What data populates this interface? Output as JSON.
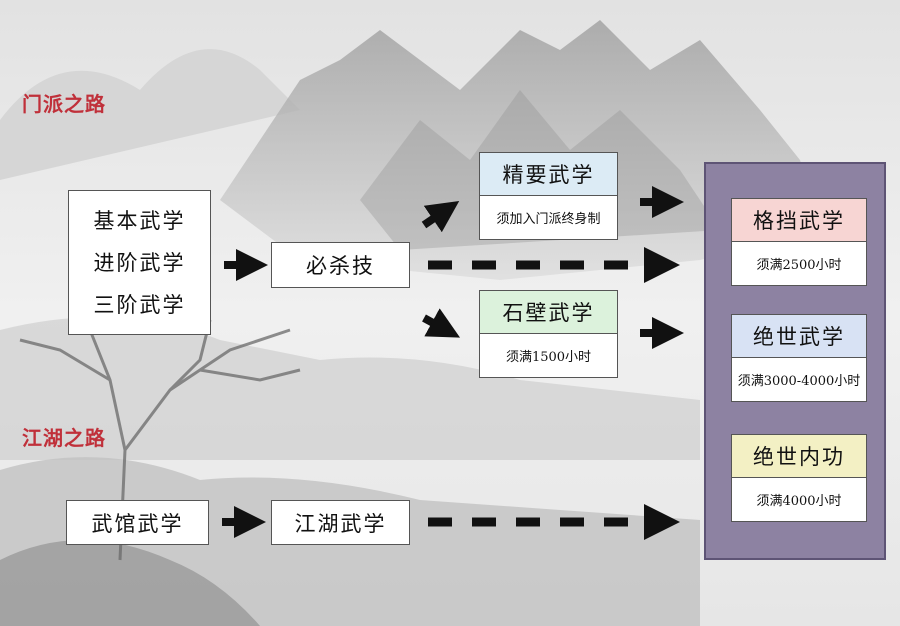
{
  "sect_path": {
    "title": "门派之路",
    "basic_box": [
      "基本武学",
      "进阶武学",
      "三阶武学"
    ],
    "ultimate_box": "必杀技",
    "branch_upper": {
      "title": "精要武学",
      "note": "须加入门派终身制",
      "color": "#dcebf5"
    },
    "branch_lower": {
      "title": "石壁武学",
      "note": "须满1500小时",
      "color": "#dcf2dc"
    }
  },
  "jianghu_path": {
    "title": "江湖之路",
    "start_box": "武馆武学",
    "second_box": "江湖武学"
  },
  "goals": [
    {
      "title": "格挡武学",
      "note": "须满2500小时",
      "color": "#f7d5d3"
    },
    {
      "title": "绝世武学",
      "note": "须满3000-4000小时",
      "color": "#d8e2f4"
    },
    {
      "title": "绝世内功",
      "note": "须满4000小时",
      "color": "#f3f0c4"
    }
  ],
  "colors": {
    "title_red": "#c0303a",
    "panel_purple": "#8d82a2"
  }
}
